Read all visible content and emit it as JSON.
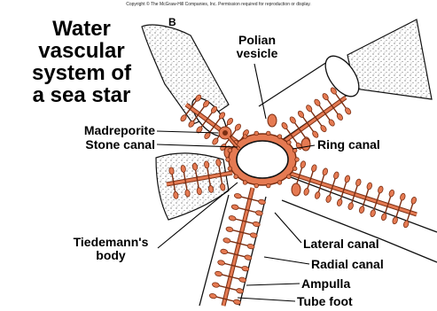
{
  "copyright": "Copyright © The McGraw-Hill Companies, Inc. Permission required for reproduction or display.",
  "title_lines": [
    "Water",
    "vascular",
    "system of",
    "a sea star"
  ],
  "panel_letter": "B",
  "labels": {
    "polian_vesicle": [
      "Polian",
      "vesicle"
    ],
    "madreporite": "Madreporite",
    "stone_canal": "Stone canal",
    "ring_canal": "Ring canal",
    "tiedemanns_body": [
      "Tiedemann's",
      "body"
    ],
    "lateral_canal": "Lateral canal",
    "radial_canal": "Radial canal",
    "ampulla": "Ampulla",
    "tube_foot": "Tube foot"
  },
  "colors": {
    "canal_fill": "#e57a52",
    "canal_stroke": "#7a2e12",
    "outline": "#111111",
    "stipple": "#444444"
  }
}
